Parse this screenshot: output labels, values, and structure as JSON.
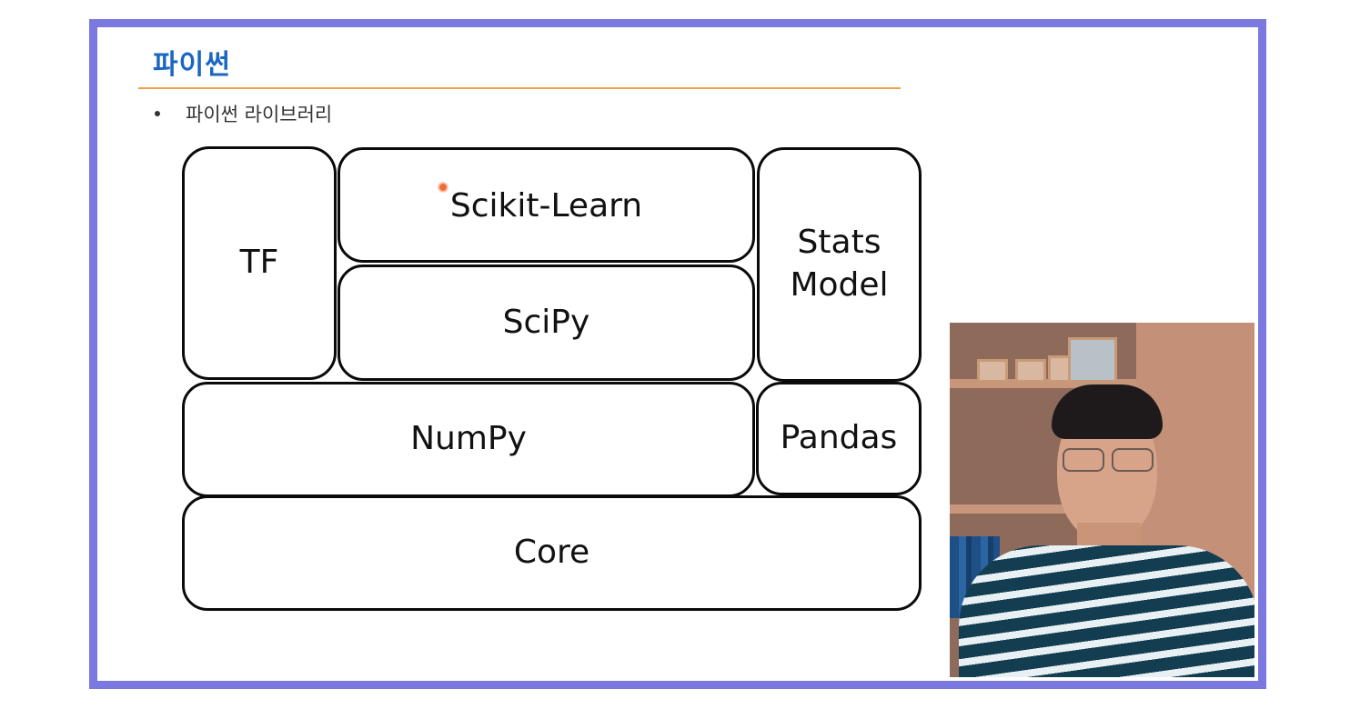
{
  "slide": {
    "title": "파이썬",
    "bullets": [
      "파이썬 라이브러리"
    ],
    "colors": {
      "frame_border": "#7b78e0",
      "title": "#1a66c2",
      "title_rule": "#f0a04a",
      "box_stroke": "#0a0a0a",
      "pointer": "#f06a30"
    }
  },
  "diagram": {
    "blocks": {
      "tf": "TF",
      "sklearn": "Scikit-Learn",
      "scipy": "SciPy",
      "stats": "Stats\nModel",
      "numpy": "NumPy",
      "pandas": "Pandas",
      "core": "Core"
    }
  },
  "webcam": {
    "description": "presenter webcam overlay"
  }
}
